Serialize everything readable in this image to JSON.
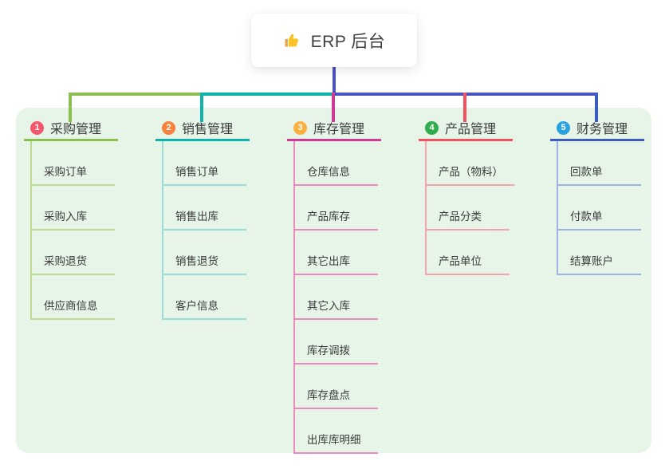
{
  "root": {
    "title": "ERP 后台",
    "icon": "thumbs-up"
  },
  "branches": [
    {
      "number": "1",
      "label": "采购管理",
      "badge_color": "#f4566b",
      "line_color": "#8cbf4f",
      "child_line_color": "#b9dc92",
      "children": [
        "采购订单",
        "采购入库",
        "采购退货",
        "供应商信息"
      ]
    },
    {
      "number": "2",
      "label": "销售管理",
      "badge_color": "#f8813c",
      "line_color": "#10b3ab",
      "child_line_color": "#9bdcd4",
      "children": [
        "销售订单",
        "销售出库",
        "销售退货",
        "客户信息"
      ]
    },
    {
      "number": "3",
      "label": "库存管理",
      "badge_color": "#fbaf3d",
      "line_color": "#cf3a96",
      "child_line_color": "#ef8ac1",
      "children": [
        "仓库信息",
        "产品库存",
        "其它出库",
        "其它入库",
        "库存调拨",
        "库存盘点",
        "出库库明细"
      ]
    },
    {
      "number": "4",
      "label": "产品管理",
      "badge_color": "#2fac4e",
      "line_color": "#f4505e",
      "child_line_color": "#f9a3ad",
      "children": [
        "产品（物料）",
        "产品分类",
        "产品单位"
      ]
    },
    {
      "number": "5",
      "label": "财务管理",
      "badge_color": "#29a3e0",
      "line_color": "#3b5dc0",
      "child_line_color": "#9fb3e2",
      "children": [
        "回款单",
        "付款单",
        "结算账户"
      ]
    }
  ],
  "palette": {
    "canvas_bg": "#ffffff",
    "panel_bg": "#e7f5e9",
    "root_connector": "#4a52c8"
  }
}
